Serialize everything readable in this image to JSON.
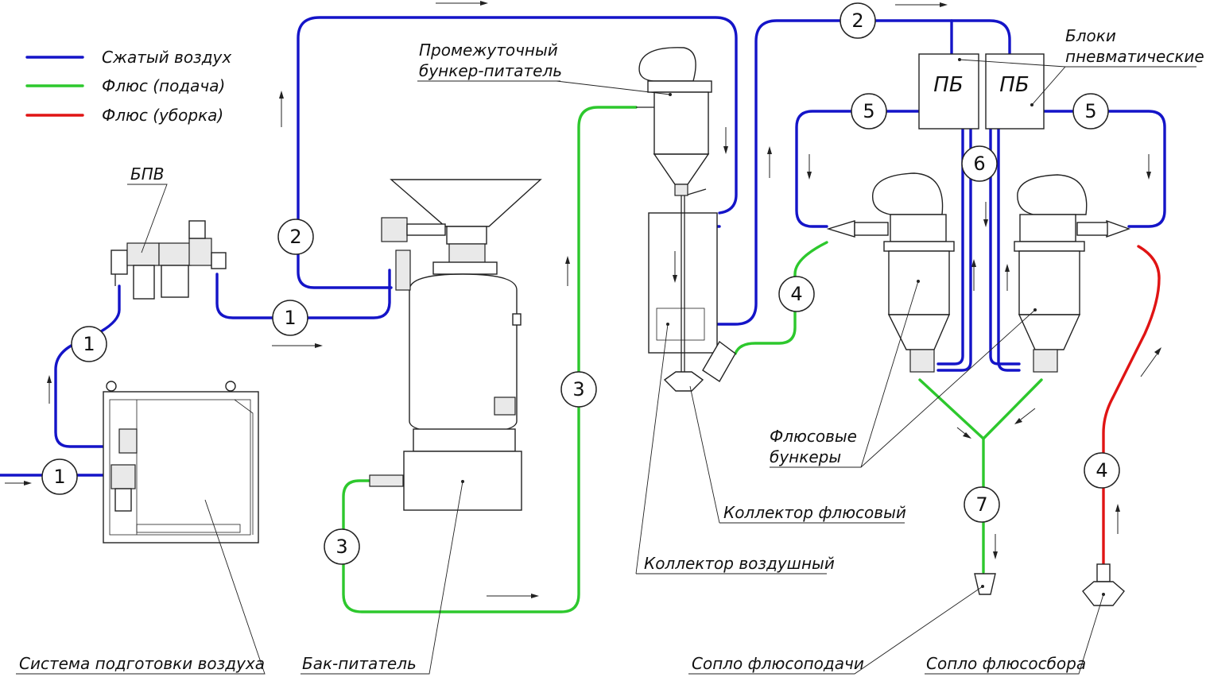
{
  "legend": {
    "compressed_air": {
      "label": "Сжатый воздух",
      "color": "#1414c8"
    },
    "flux_feed": {
      "label": "Флюс (подача)",
      "color": "#2dc82d"
    },
    "flux_cleanup": {
      "label": "Флюс (уборка)",
      "color": "#e01414"
    }
  },
  "labels": {
    "bpv": "БПВ",
    "intermediate_hopper_line1": "Промежуточный",
    "intermediate_hopper_line2": "бункер-питатель",
    "pneumatic_blocks_line1": "Блоки",
    "pneumatic_blocks_line2": "пневматические",
    "pb_left": "ПБ",
    "pb_right": "ПБ",
    "flux_hoppers_line1": "Флюсовые",
    "flux_hoppers_line2": "бункеры",
    "flux_collector": "Коллектор флюсовый",
    "air_collector": "Коллектор воздушный",
    "air_prep_system": "Система подготовки воздуха",
    "feed_tank": "Бак-питатель",
    "feed_nozzle": "Сопло флюсоподачи",
    "collect_nozzle": "Сопло флюсосбора"
  },
  "line_numbers": {
    "n1": "1",
    "n2": "2",
    "n3": "3",
    "n4": "4",
    "n5": "5",
    "n6": "6",
    "n7": "7"
  }
}
